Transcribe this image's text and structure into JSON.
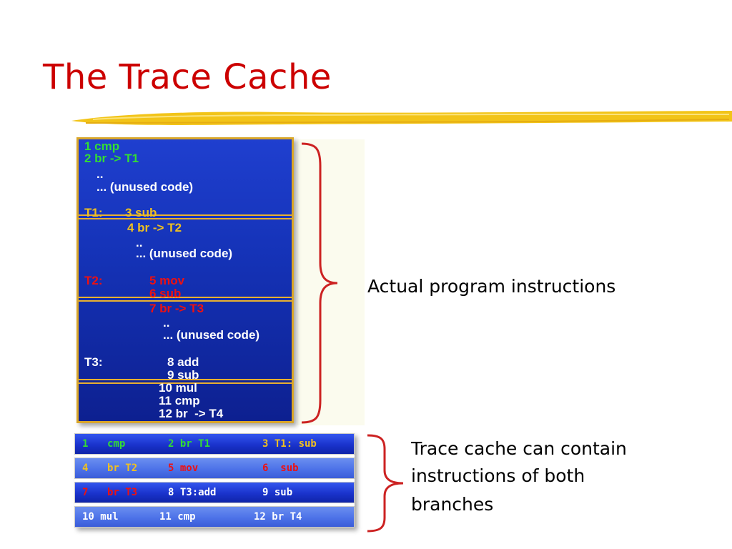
{
  "slide": {
    "title": "The Trace Cache"
  },
  "code_block": {
    "lines": [
      {
        "text": "1 cmp",
        "color": "#33dd33"
      },
      {
        "text": "2 br -> T1",
        "color": "#33dd33"
      },
      {
        "text": "..",
        "color": "#ffffff"
      },
      {
        "text": "... (unused code)",
        "color": "#ffffff"
      },
      {
        "text": "T1:",
        "color": "#f0c020"
      },
      {
        "text": "3 sub",
        "color": "#f0c020"
      },
      {
        "text": "4 br -> T2",
        "color": "#f0c020"
      },
      {
        "text": "..",
        "color": "#ffffff"
      },
      {
        "text": "... (unused code)",
        "color": "#ffffff"
      },
      {
        "text": "T2:",
        "color": "#ee1111"
      },
      {
        "text": "5 mov",
        "color": "#ee1111"
      },
      {
        "text": "6 sub",
        "color": "#ee1111"
      },
      {
        "text": "7 br -> T3",
        "color": "#ee1111"
      },
      {
        "text": "..",
        "color": "#ffffff"
      },
      {
        "text": "... (unused code)",
        "color": "#ffffff"
      },
      {
        "text": "T3:",
        "color": "#ffffff"
      },
      {
        "text": "8 add",
        "color": "#ffffff"
      },
      {
        "text": "9 sub",
        "color": "#ffffff"
      },
      {
        "text": "10 mul",
        "color": "#ffffff"
      },
      {
        "text": "11 cmp",
        "color": "#ffffff"
      },
      {
        "text": "12 br  -> T4",
        "color": "#ffffff"
      }
    ]
  },
  "trace_cache": {
    "rows": [
      {
        "style": "dark",
        "cells": [
          {
            "text": "1",
            "color": "#33dd33"
          },
          {
            "text": "cmp",
            "color": "#33dd33"
          },
          {
            "text": "2 br T1",
            "color": "#33dd33"
          },
          {
            "text": "3 T1: sub",
            "color": "#f0c020"
          }
        ]
      },
      {
        "style": "light",
        "cells": [
          {
            "text": "4",
            "color": "#f0c020"
          },
          {
            "text": "br T2",
            "color": "#f0c020"
          },
          {
            "text": "5 mov",
            "color": "#ee1111"
          },
          {
            "text": "6  sub",
            "color": "#ee1111"
          }
        ]
      },
      {
        "style": "dark",
        "cells": [
          {
            "text": "7",
            "color": "#ee1111"
          },
          {
            "text": "br T3",
            "color": "#ee1111"
          },
          {
            "text": "8 T3:add",
            "color": "#ffffff"
          },
          {
            "text": "9 sub",
            "color": "#ffffff"
          }
        ]
      },
      {
        "style": "light",
        "cells": [
          {
            "text": "10 mul",
            "color": "#ffffff"
          },
          {
            "text": "",
            "color": "#ffffff"
          },
          {
            "text": "11 cmp",
            "color": "#ffffff"
          },
          {
            "text": "12 br T4",
            "color": "#ffffff"
          }
        ]
      }
    ]
  },
  "annotations": {
    "program_label": "Actual program instructions",
    "trace_label_line1": "Trace cache can contain",
    "trace_label_line2": "instructions of both",
    "trace_label_line3": "branches"
  },
  "colors": {
    "title": "#cc0000",
    "brace": "#cc2222",
    "underline": "#f2c418"
  }
}
